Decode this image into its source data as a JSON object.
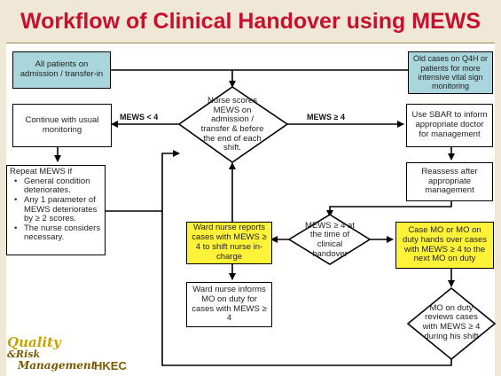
{
  "title": "Workflow of Clinical Handover using MEWS",
  "nodes": {
    "all_patients": "All patients on admission / transfer-in",
    "old_cases": "Old cases on Q4H or patients for more intensive vital sign monitoring",
    "nurse_scores": "Nurse scores MEWS on admission / transfer & before the end of each shift.",
    "continue_monitoring": "Continue with usual monitoring",
    "use_sbar": "Use SBAR to inform appropriate doctor for management",
    "repeat_mews_title": "Repeat MEWS if",
    "repeat_mews_items": [
      "General condition deteriorates.",
      "Any 1 parameter of MEWS deteriorates by ≥ 2 scores.",
      "The nurse considers necessary."
    ],
    "reassess": "Reassess after appropriate management",
    "ward_nurse_reports": "Ward nurse reports cases with MEWS ≥ 4 to shift nurse in-charge",
    "mews_handover": "MEWS ≥ 4 at the time of clinical handover",
    "case_mo": "Case MO or MO on duty hands over cases with MEWS ≥ 4 to the next MO on duty",
    "ward_nurse_informs": "Ward nurse informs MO on duty for cases with MEWS ≥ 4",
    "mo_reviews": "MO on duty reviews cases with MEWS ≥ 4 during his shift"
  },
  "edge_labels": {
    "less": "MEWS < 4",
    "greater": "MEWS ≥ 4"
  },
  "logo": {
    "quality": "Quality",
    "risk": "&Risk",
    "management": "Management",
    "org": "HKEC"
  },
  "colors": {
    "title": "#c8102e",
    "title_band": "#efe8d6",
    "blue_box": "#a9d6dc",
    "yellow_box": "#fff33a"
  }
}
